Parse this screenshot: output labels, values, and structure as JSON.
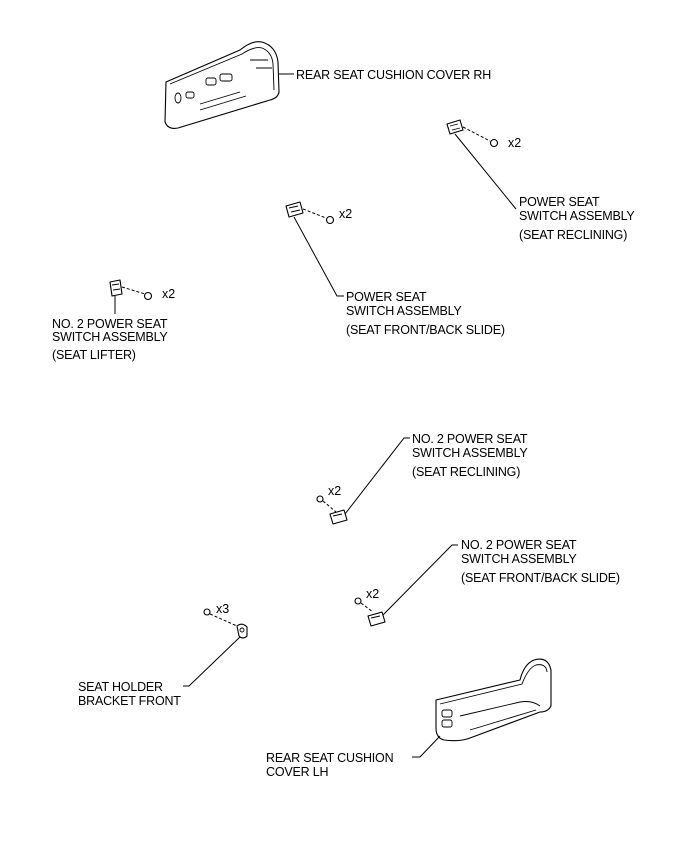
{
  "labels": {
    "cover_rh": "REAR SEAT CUSHION COVER RH",
    "cover_lh_1": "REAR SEAT CUSHION",
    "cover_lh_2": "COVER LH",
    "ps_reclining_1": "POWER SEAT",
    "ps_reclining_2": "SWITCH ASSEMBLY",
    "ps_reclining_3": "(SEAT RECLINING)",
    "ps_slide_1": "POWER SEAT",
    "ps_slide_2": "SWITCH ASSEMBLY",
    "ps_slide_3": "(SEAT FRONT/BACK SLIDE)",
    "no2_lifter_1": "NO. 2 POWER SEAT",
    "no2_lifter_2": "SWITCH ASSEMBLY",
    "no2_lifter_3": "(SEAT LIFTER)",
    "no2_reclining_1": "NO. 2 POWER SEAT",
    "no2_reclining_2": "SWITCH ASSEMBLY",
    "no2_reclining_3": "(SEAT RECLINING)",
    "no2_slide_1": "NO. 2 POWER SEAT",
    "no2_slide_2": "SWITCH ASSEMBLY",
    "no2_slide_3": "(SEAT FRONT/BACK SLIDE)",
    "bracket_1": "SEAT HOLDER",
    "bracket_2": "BRACKET FRONT"
  },
  "quantities": {
    "ps_reclining": "x2",
    "ps_slide": "x2",
    "no2_lifter": "x2",
    "no2_reclining": "x2",
    "no2_slide": "x2",
    "bracket": "x3"
  }
}
